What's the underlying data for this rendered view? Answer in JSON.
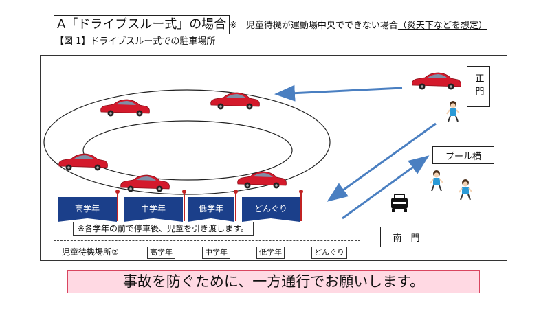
{
  "header": {
    "title": "A「ドライブスルー式」の場合",
    "note_prefix": "※　児童待機が運動場中央でできない場合",
    "note_suffix": "（炎天下などを想定）",
    "figure_caption": "【図 1】ドライブスルー式での駐車場所"
  },
  "gates": {
    "main_gate": "正門",
    "pool_side": "プール横",
    "south_gate": "南　門"
  },
  "flags": [
    "高学年",
    "中学年",
    "低学年",
    "どんぐり"
  ],
  "handover_note": "※各学年の前で停車後、児童を引き渡します。",
  "waiting_area": {
    "label": "児童待機場所②",
    "tags": [
      "高学年",
      "中学年",
      "低学年",
      "どんぐり"
    ]
  },
  "banner": "事故を防ぐために、一方通行でお願いします。",
  "colors": {
    "arrow": "#4a7fc1",
    "flag": "#1b3f8a",
    "car": "#d41a2c",
    "banner_bg": "#ffd9e3"
  }
}
